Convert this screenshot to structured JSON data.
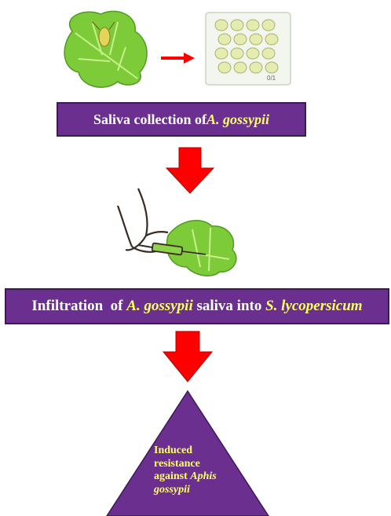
{
  "steps": {
    "step1": {
      "prefix": "Saliva collection of ",
      "species": "A. gossypii",
      "suffix": ""
    },
    "step2": {
      "prefix": "Infiltration  of ",
      "species": "A. gossypii",
      "middle": " saliva into ",
      "host": "S. lycopersicum"
    },
    "result": {
      "line1": "Induced",
      "line2": "resistance",
      "line3_prefix": "against ",
      "line3_italic": "Aphis",
      "line4_italic": "gossypii"
    }
  },
  "icons": [
    "aphid-on-leaf-icon",
    "red-arrow-right-icon",
    "saliva-cups-tray-icon",
    "red-down-arrow-icon",
    "hand-syringe-leaf-icon",
    "triangle-icon"
  ],
  "colors": {
    "box": "#6a2f8f",
    "box_text": "#ffffff",
    "highlight_text": "#ffff66",
    "arrow": "#ff0000",
    "leaf": "#7ecb3a"
  },
  "tray_label": "0/1"
}
